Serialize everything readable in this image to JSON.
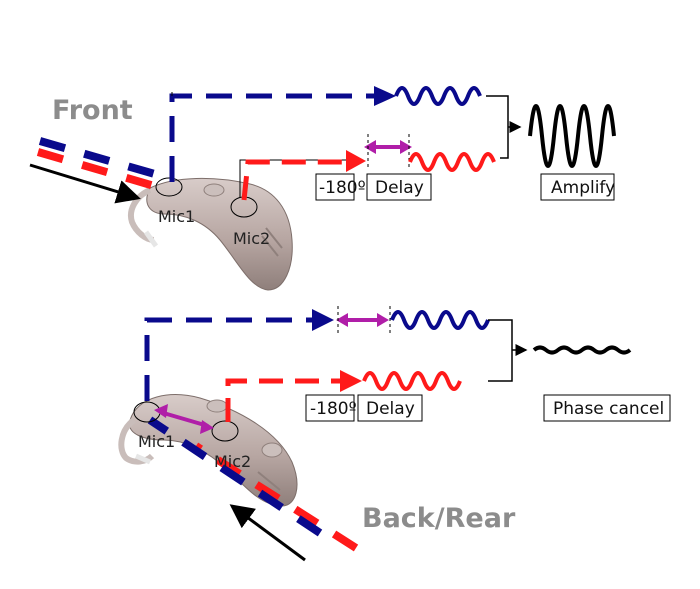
{
  "labels": {
    "front": "Front",
    "back": "Back/Rear",
    "mic1": "Mic1",
    "mic2": "Mic2",
    "minus180": "-180º",
    "delay": "Delay",
    "amplify": "Amplify",
    "phase_cancel": "Phase cancel"
  },
  "colors": {
    "blue": "#0a0a8c",
    "red": "#ff1a1a",
    "magenta": "#b01ea8",
    "black": "#000000",
    "label_gray": "#8c8c8c",
    "device": "#b9a8a4"
  },
  "icons": [
    "arrow-icon",
    "sine-wave-icon",
    "double-arrow-icon",
    "hearing-aid-device"
  ]
}
